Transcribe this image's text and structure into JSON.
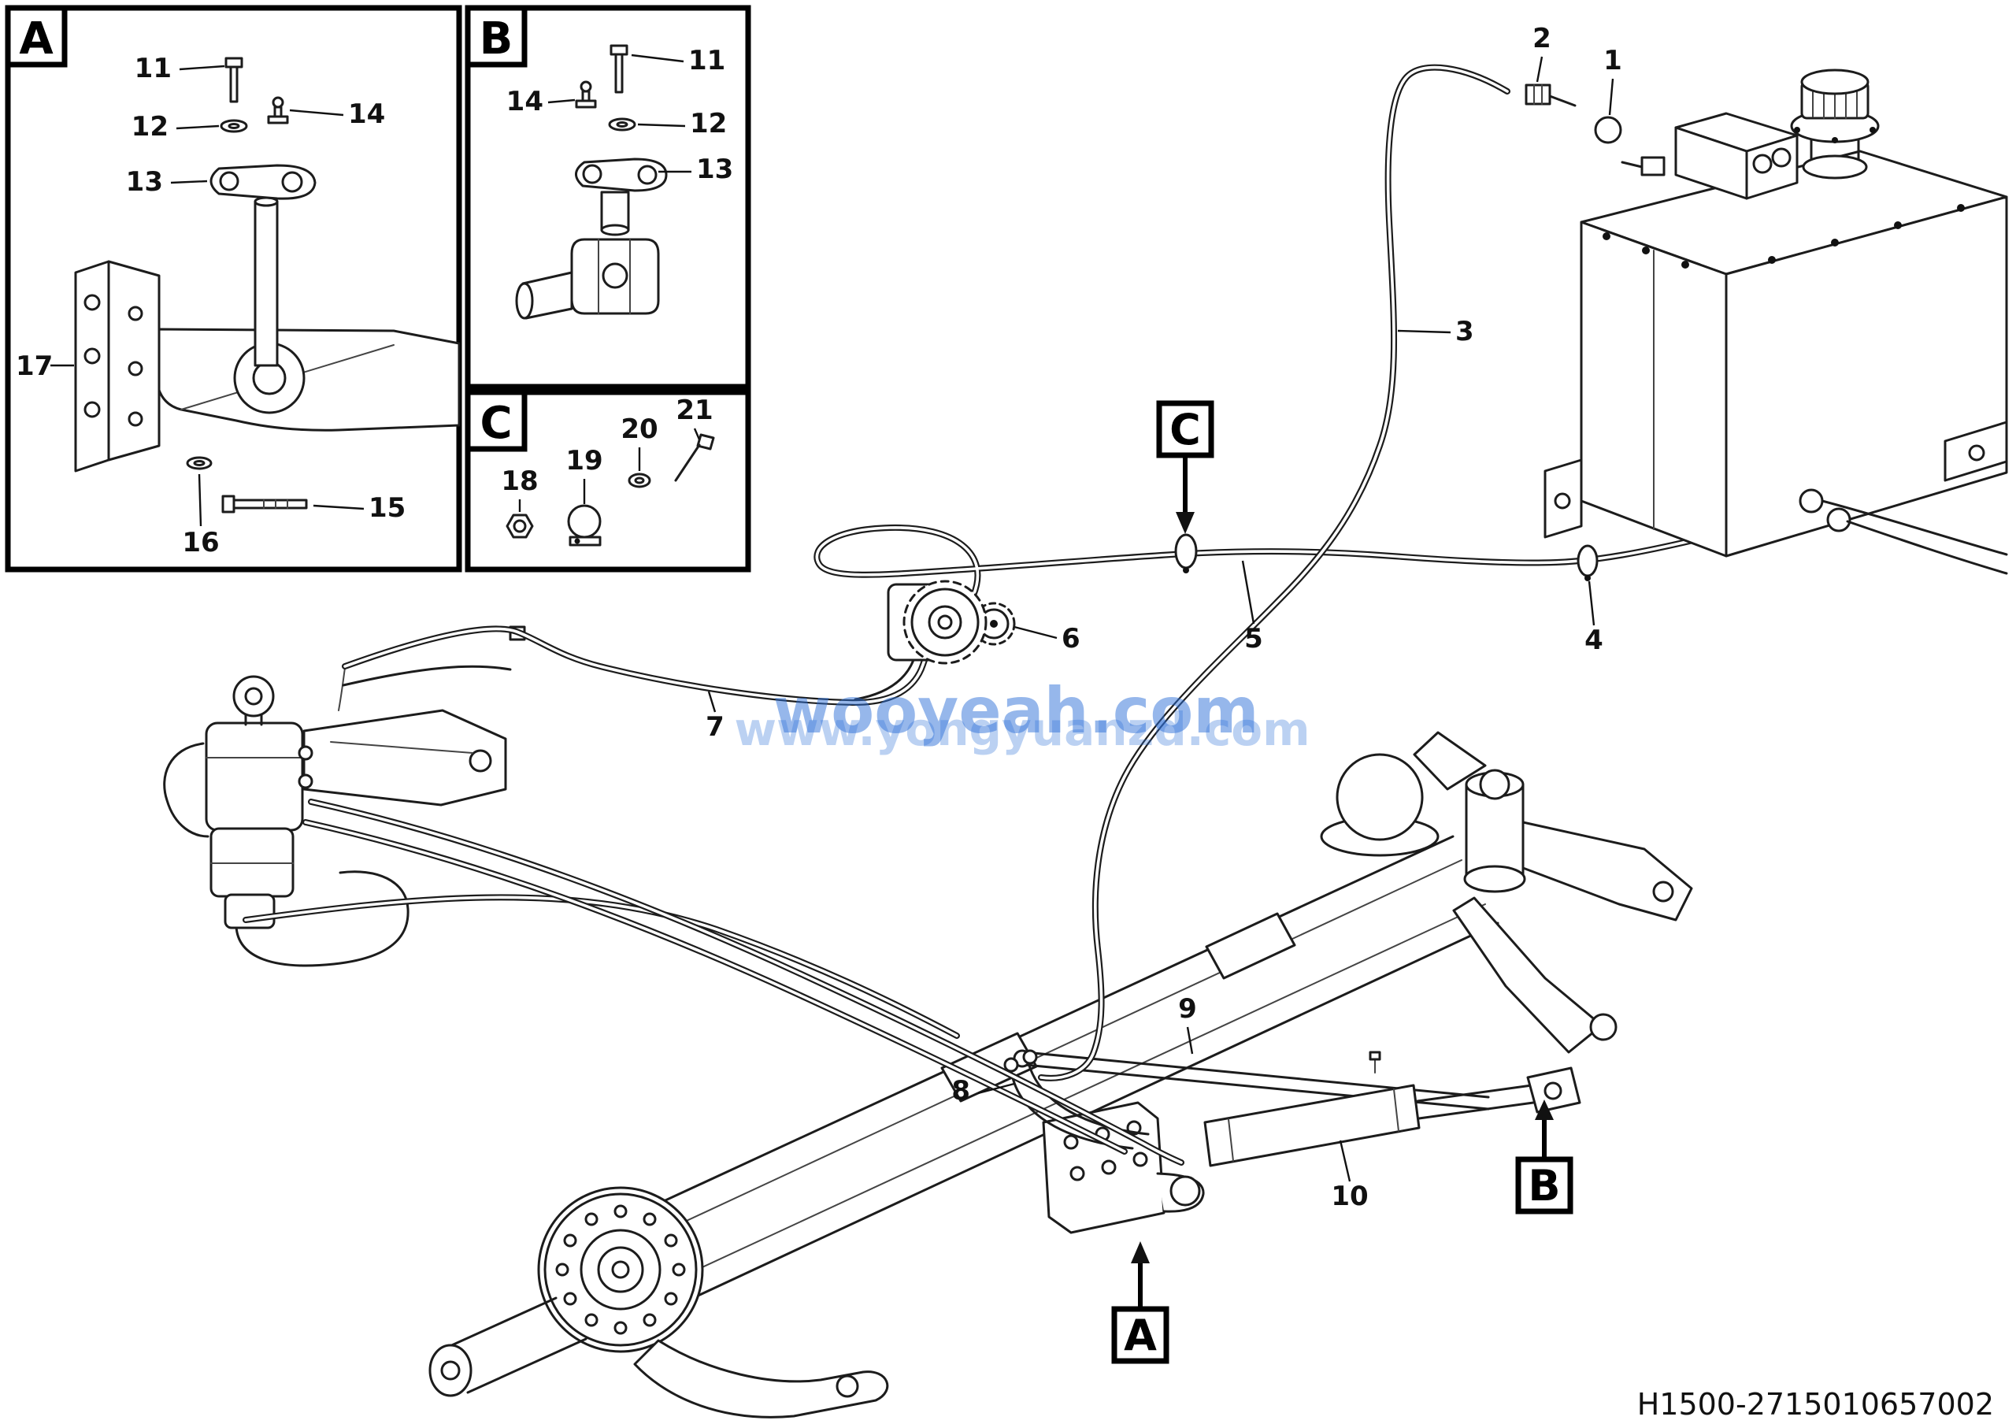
{
  "insets": {
    "a": {
      "label": "A",
      "callouts": {
        "k11": "11",
        "k12": "12",
        "k13": "13",
        "k14": "14",
        "k15": "15",
        "k16": "16",
        "k17": "17"
      }
    },
    "b": {
      "label": "B",
      "callouts": {
        "k11": "11",
        "k12": "12",
        "k13": "13",
        "k14": "14"
      }
    },
    "c": {
      "label": "C",
      "callouts": {
        "k18": "18",
        "k19": "19",
        "k20": "20",
        "k21": "21"
      }
    }
  },
  "main": {
    "markers": {
      "a": "A",
      "b": "B",
      "c": "C"
    },
    "callouts": {
      "k1": "1",
      "k2": "2",
      "k3": "3",
      "k4": "4",
      "k5": "5",
      "k6": "6",
      "k7": "7",
      "k8": "8",
      "k9": "9",
      "k10": "10"
    }
  },
  "watermark": {
    "primary": "wooyeah.com",
    "secondary": "www.yongyuanzd.com"
  },
  "footer": {
    "part_number": "H1500-2715010657002"
  }
}
